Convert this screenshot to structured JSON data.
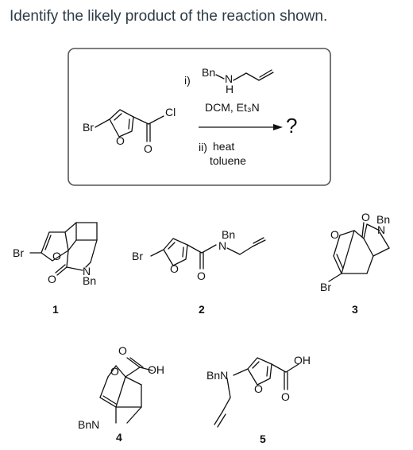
{
  "question": "Identify the likely product of the reaction shown.",
  "scheme": {
    "step_i": "i)",
    "amine_bn": "Bn",
    "amine_n": "N",
    "amine_h": "H",
    "conditions_1": "DCM, Et₃N",
    "step_ii": "ii)",
    "conditions_2": "heat",
    "conditions_3": "toluene",
    "unknown": "?",
    "sm_br": "Br",
    "sm_o": "O",
    "sm_cl": "Cl",
    "sm_co": "O"
  },
  "choices": [
    {
      "number": "1",
      "atoms": {
        "br": "Br",
        "o_ring": "O",
        "o_co": "O",
        "n": "N",
        "bn": "Bn"
      }
    },
    {
      "number": "2",
      "atoms": {
        "br": "Br",
        "o_ring": "O",
        "o_co": "O",
        "n": "N",
        "bn": "Bn"
      }
    },
    {
      "number": "3",
      "atoms": {
        "br": "Br",
        "o_ring": "O",
        "o_co": "O",
        "n": "N",
        "bn": "Bn"
      }
    },
    {
      "number": "4",
      "atoms": {
        "o_ring": "O",
        "o_co": "O",
        "oh": "OH",
        "bnn": "BnN"
      }
    },
    {
      "number": "5",
      "atoms": {
        "bnn": "BnN",
        "o_ring": "O",
        "o_co": "O",
        "oh": "OH"
      }
    }
  ]
}
